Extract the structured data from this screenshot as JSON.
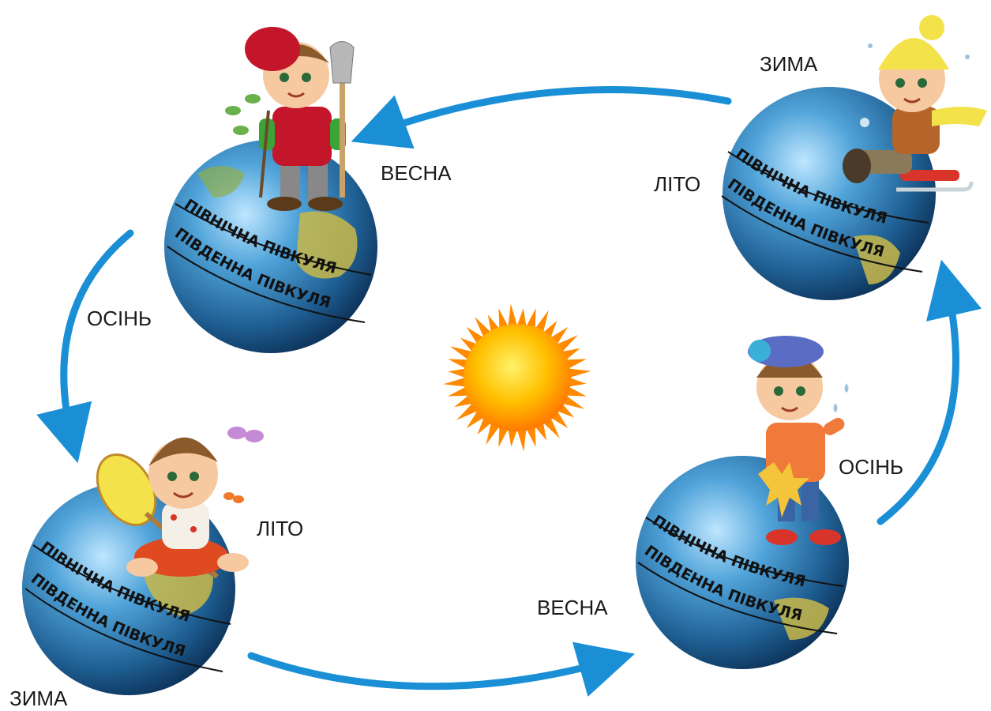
{
  "sun": {
    "icon": "sun-icon"
  },
  "hemispheres": {
    "north": "ПІВНІЧНА ПІВКУЛЯ",
    "south": "ПІВДЕННА ПІВКУЛЯ"
  },
  "positions": {
    "top_left": {
      "north_season": "ВЕСНА",
      "south_season": "ОСІНЬ",
      "figure": "boy-with-shovel-and-sapling"
    },
    "top_right": {
      "north_season": "ЗИМА",
      "south_season": "ЛІТО",
      "figure": "boy-on-sled"
    },
    "bottom_left": {
      "north_season": "ЛІТО",
      "south_season": "ЗИМА",
      "figure": "boy-with-butterfly-net"
    },
    "bottom_right": {
      "north_season": "ОСІНЬ",
      "south_season": "ВЕСНА",
      "figure": "boy-with-maple-leaf"
    }
  },
  "colors": {
    "arrow": "#1a8fd6",
    "ocean": "#2f86bd",
    "land": "#c9b84a",
    "sun": "#ffb300"
  }
}
